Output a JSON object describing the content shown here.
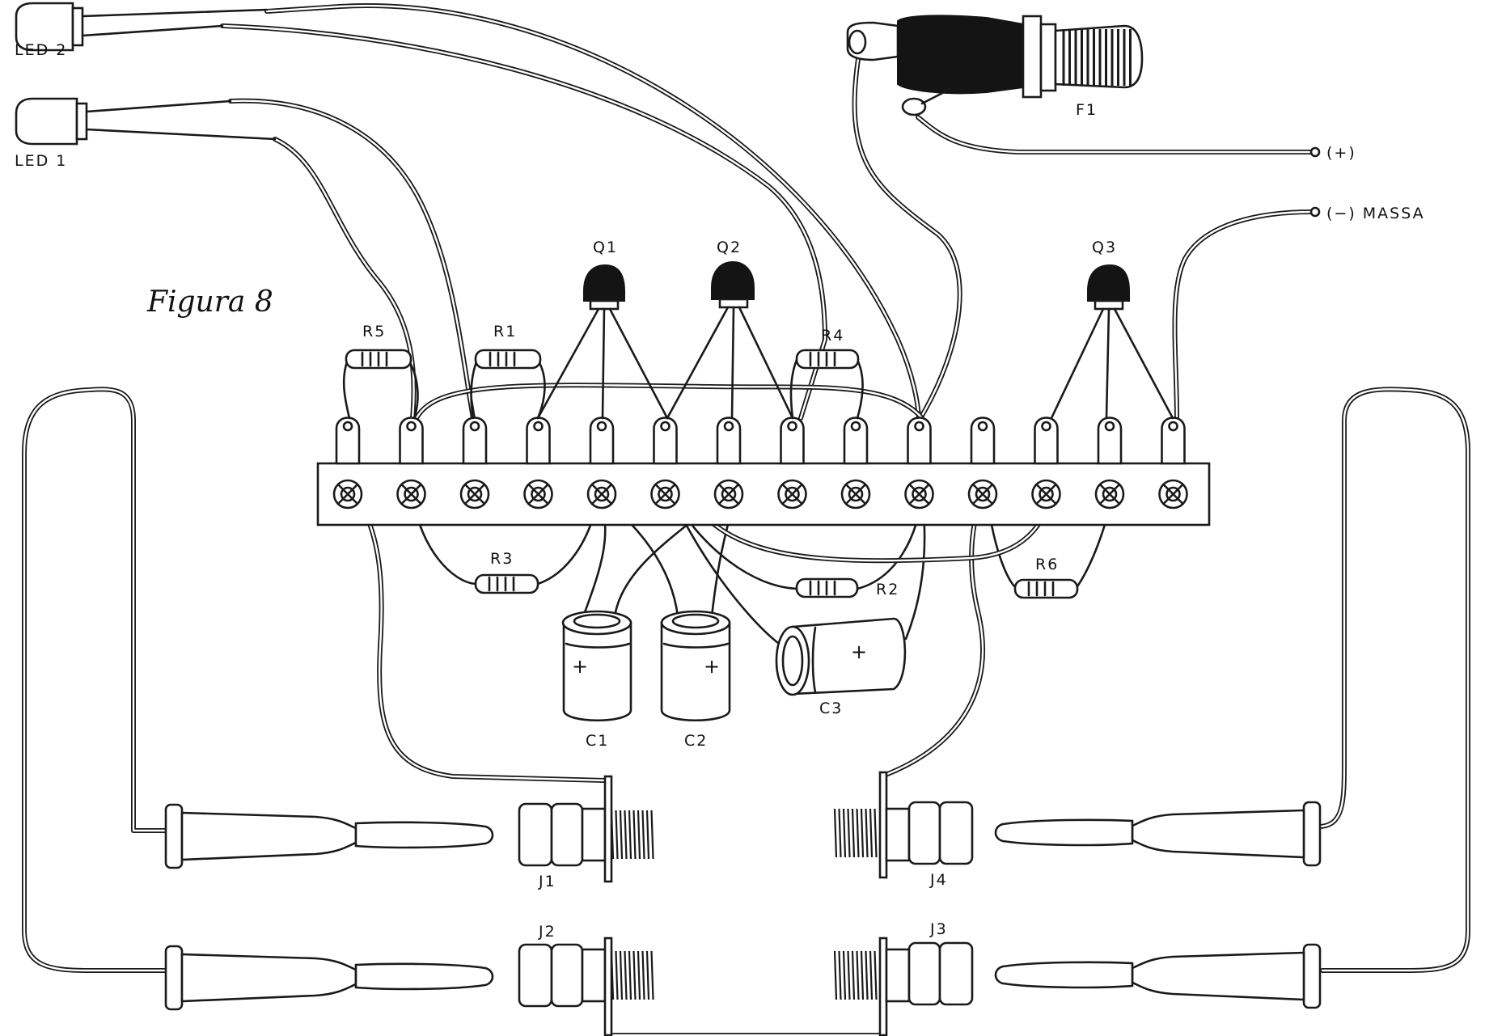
{
  "figure": {
    "title": "Figura 8"
  },
  "labels": {
    "led2": "LED 2",
    "led1": "LED 1",
    "f1": "F1",
    "positive": "(+)",
    "ground": "(−) MASSA",
    "q1": "Q1",
    "q2": "Q2",
    "q3": "Q3",
    "r1": "R1",
    "r2": "R2",
    "r3": "R3",
    "r4": "R4",
    "r5": "R5",
    "r6": "R6",
    "c1": "C1",
    "c2": "C2",
    "c3": "C3",
    "j1": "J1",
    "j2": "J2",
    "j3": "J3",
    "j4": "J4",
    "plus_sign": "+"
  }
}
